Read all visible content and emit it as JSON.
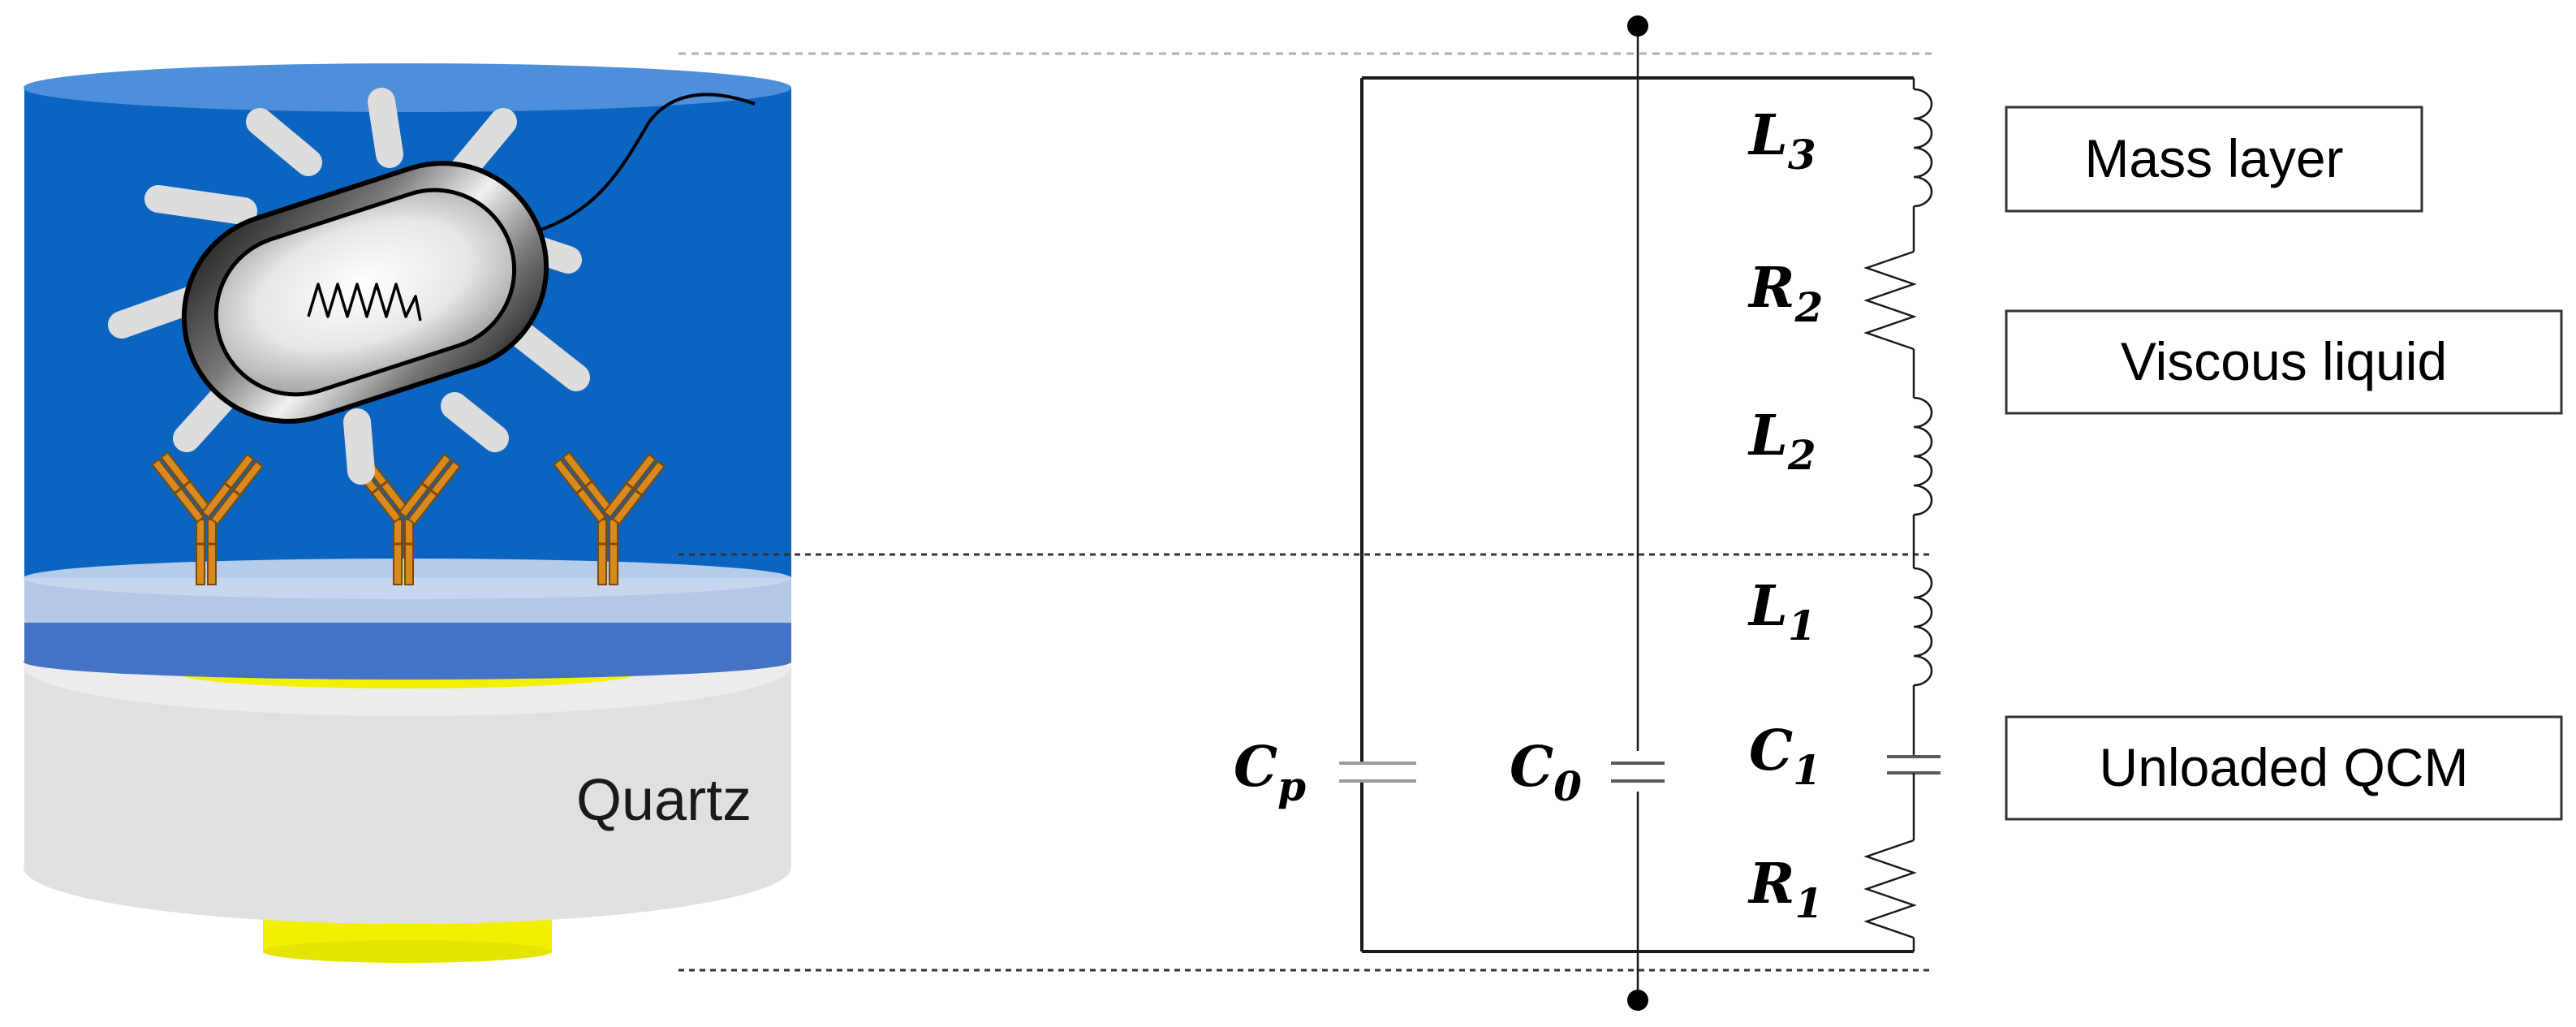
{
  "sensor": {
    "substrate_label": "Quartz"
  },
  "circuit": {
    "components": [
      {
        "id": "Cp",
        "letter": "C",
        "sub": "p"
      },
      {
        "id": "C0",
        "letter": "C",
        "sub": "0"
      },
      {
        "id": "L3",
        "letter": "L",
        "sub": "3"
      },
      {
        "id": "R2",
        "letter": "R",
        "sub": "2"
      },
      {
        "id": "L2",
        "letter": "L",
        "sub": "2"
      },
      {
        "id": "L1",
        "letter": "L",
        "sub": "1"
      },
      {
        "id": "C1",
        "letter": "C",
        "sub": "1"
      },
      {
        "id": "R1",
        "letter": "R",
        "sub": "1"
      }
    ]
  },
  "layers": {
    "mass_layer": "Mass layer",
    "viscous_liquid": "Viscous liquid",
    "unloaded_qcm": "Unloaded QCM"
  },
  "colors": {
    "liquid": "#0a64c0",
    "liquid_top": "#4d8fda",
    "electrode": "#f2f000",
    "quartz": "#e2e2e2",
    "antibody": "#d98a1e",
    "wire": "#1a1a1a"
  }
}
